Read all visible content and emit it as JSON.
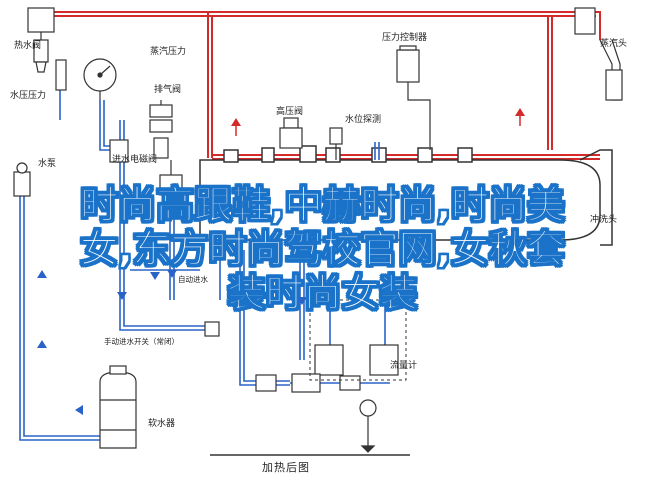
{
  "diagram": {
    "labels": {
      "heat_valve": "热水阀",
      "water_pressure": "水压压力",
      "steam_pressure_gauge": "蒸汽压力",
      "exhaust_valve": "排气阀",
      "pressure_switch": "压力控制器",
      "steam_head": "蒸汽头",
      "pump": "水泵",
      "inlet_solenoid": "进水电磁阀",
      "high_pressure_valve": "高压阀",
      "level_probe": "水位探测",
      "auto_inlet": "自动进水",
      "manual_inlet": "手动进水开关（常闭）",
      "drain_head": "冲洗头",
      "softener": "软水器",
      "flow_meter": "流量计",
      "caption": "加热后图"
    },
    "overlay_text": [
      "时尚高跟鞋,中赫时尚,时尚美",
      "女,东方时尚驾校官网,女秋套",
      "装时尚女装"
    ],
    "colors": {
      "pipe_red": "#d42a2a",
      "pipe_blue": "#2a63c8",
      "line_dark": "#333333",
      "overlay_fill": "#ffffff",
      "overlay_stroke": "#1a73c8"
    }
  }
}
